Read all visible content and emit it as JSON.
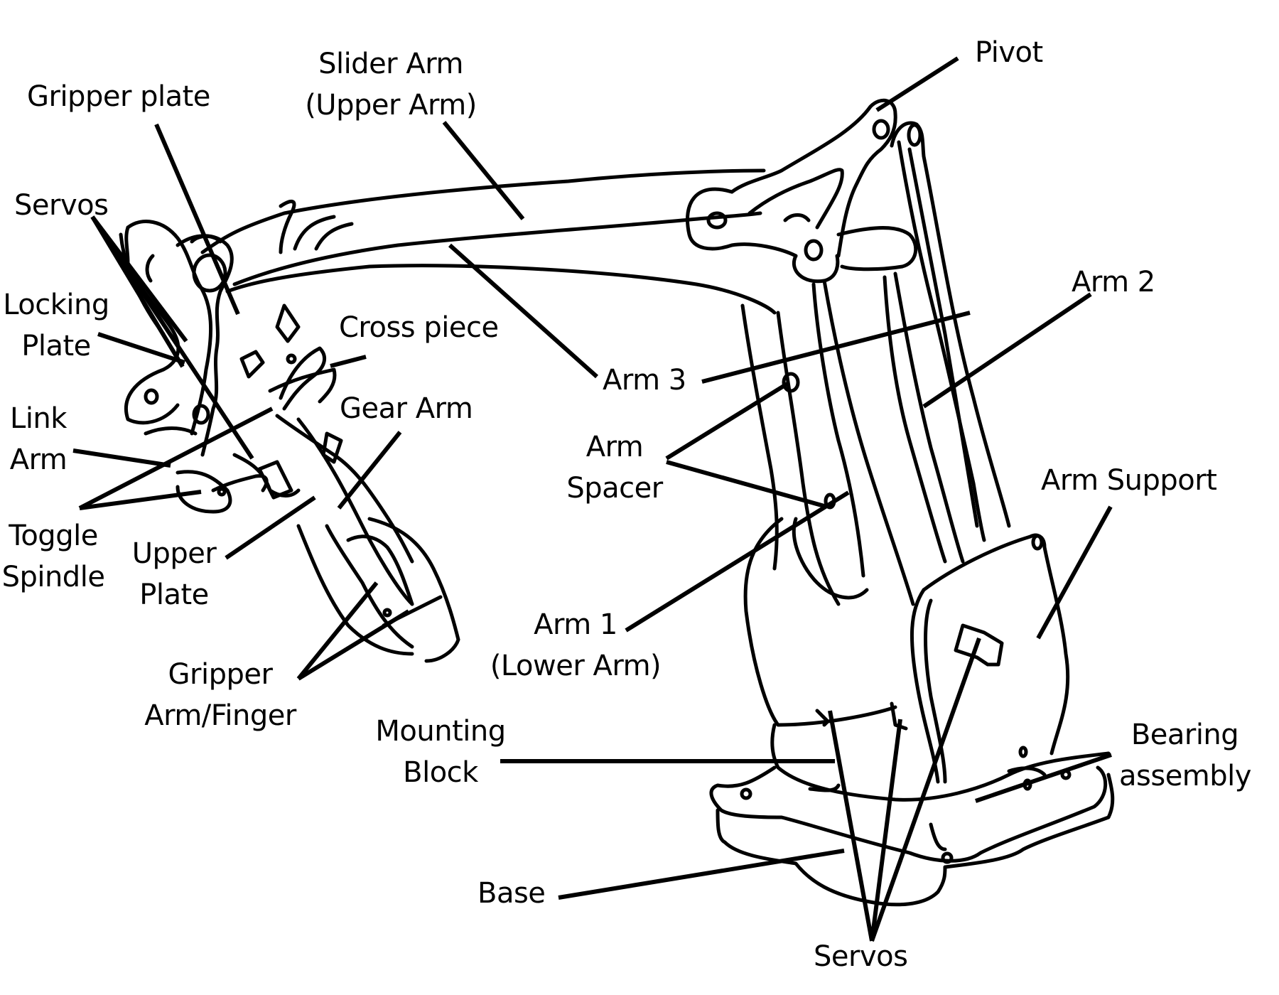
{
  "diagram": {
    "subject": "Robotic arm exploded line drawing",
    "labels": {
      "pivot": "Pivot",
      "slider_arm": [
        "Slider Arm",
        "(Upper Arm)"
      ],
      "gripper_plate": "Gripper plate",
      "servos_top": "Servos",
      "locking_plate": [
        "Locking",
        "Plate"
      ],
      "cross_piece": "Cross piece",
      "gear_arm": "Gear Arm",
      "link_arm": [
        "Link",
        "Arm"
      ],
      "toggle_spindle": [
        "Toggle",
        "Spindle"
      ],
      "upper_plate": [
        "Upper",
        "Plate"
      ],
      "gripper_finger": [
        "Gripper",
        "Arm/Finger"
      ],
      "arm3": "Arm 3",
      "arm2": "Arm 2",
      "arm_spacer": [
        "Arm",
        "Spacer"
      ],
      "arm_support": "Arm Support",
      "arm1": [
        "Arm 1",
        "(Lower Arm)"
      ],
      "mounting_block": [
        "Mounting",
        "Block"
      ],
      "bearing_assembly": [
        "Bearing",
        "assembly"
      ],
      "base": "Base",
      "servos_bottom": "Servos"
    }
  }
}
